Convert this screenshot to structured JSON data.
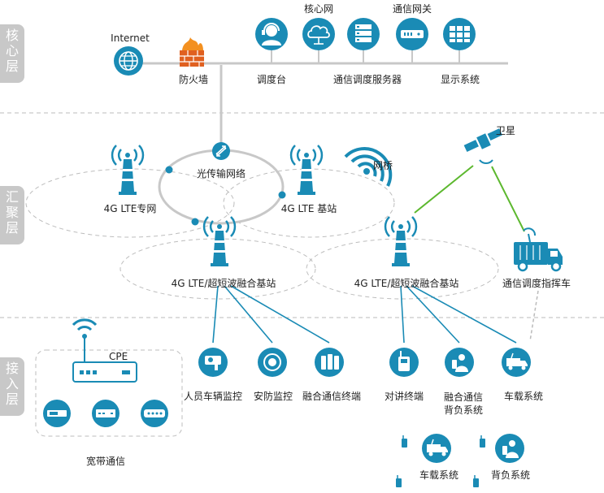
{
  "layers": {
    "core": "核心层",
    "aggregation": "汇聚层",
    "access": "接入层"
  },
  "core": {
    "internet": "Internet",
    "firewall": "防火墙",
    "dispatch_desk": "调度台",
    "core_network": "核心网",
    "dispatch_server": "通信调度服务器",
    "gateway": "通信网关",
    "display_system": "显示系统"
  },
  "aggregation": {
    "lte_private": "4G LTE专网",
    "optical_ring": "光传输网络",
    "lte_station": "4G LTE 基站",
    "bridge": "网桥",
    "satellite": "卫星",
    "fused_station_1": "4G LTE/超短波融合基站",
    "fused_station_2": "4G LTE/超短波融合基站",
    "command_vehicle": "通信调度指挥车"
  },
  "access": {
    "cpe": "CPE",
    "broadband": "宽带通信",
    "terminals": [
      {
        "label": "人员车辆监控",
        "icon": "camera-icon"
      },
      {
        "label": "安防监控",
        "icon": "dome-camera-icon"
      },
      {
        "label": "融合通信终端",
        "icon": "handsets-icon"
      },
      {
        "label": "对讲终端",
        "icon": "walkie-talkie-icon"
      },
      {
        "label": "融合通信\n背负系统",
        "icon": "backpack-icon"
      },
      {
        "label": "车载系统",
        "icon": "vehicle-icon"
      }
    ],
    "vehicle_system": "车载系统",
    "backpack_system": "背负系统"
  },
  "colors": {
    "primary": "#1a8bb5",
    "link_green": "#5cb82e",
    "firewall": "#e06020",
    "layer_tab": "#c8c8c8",
    "ellipse": "#b8b8b8"
  }
}
